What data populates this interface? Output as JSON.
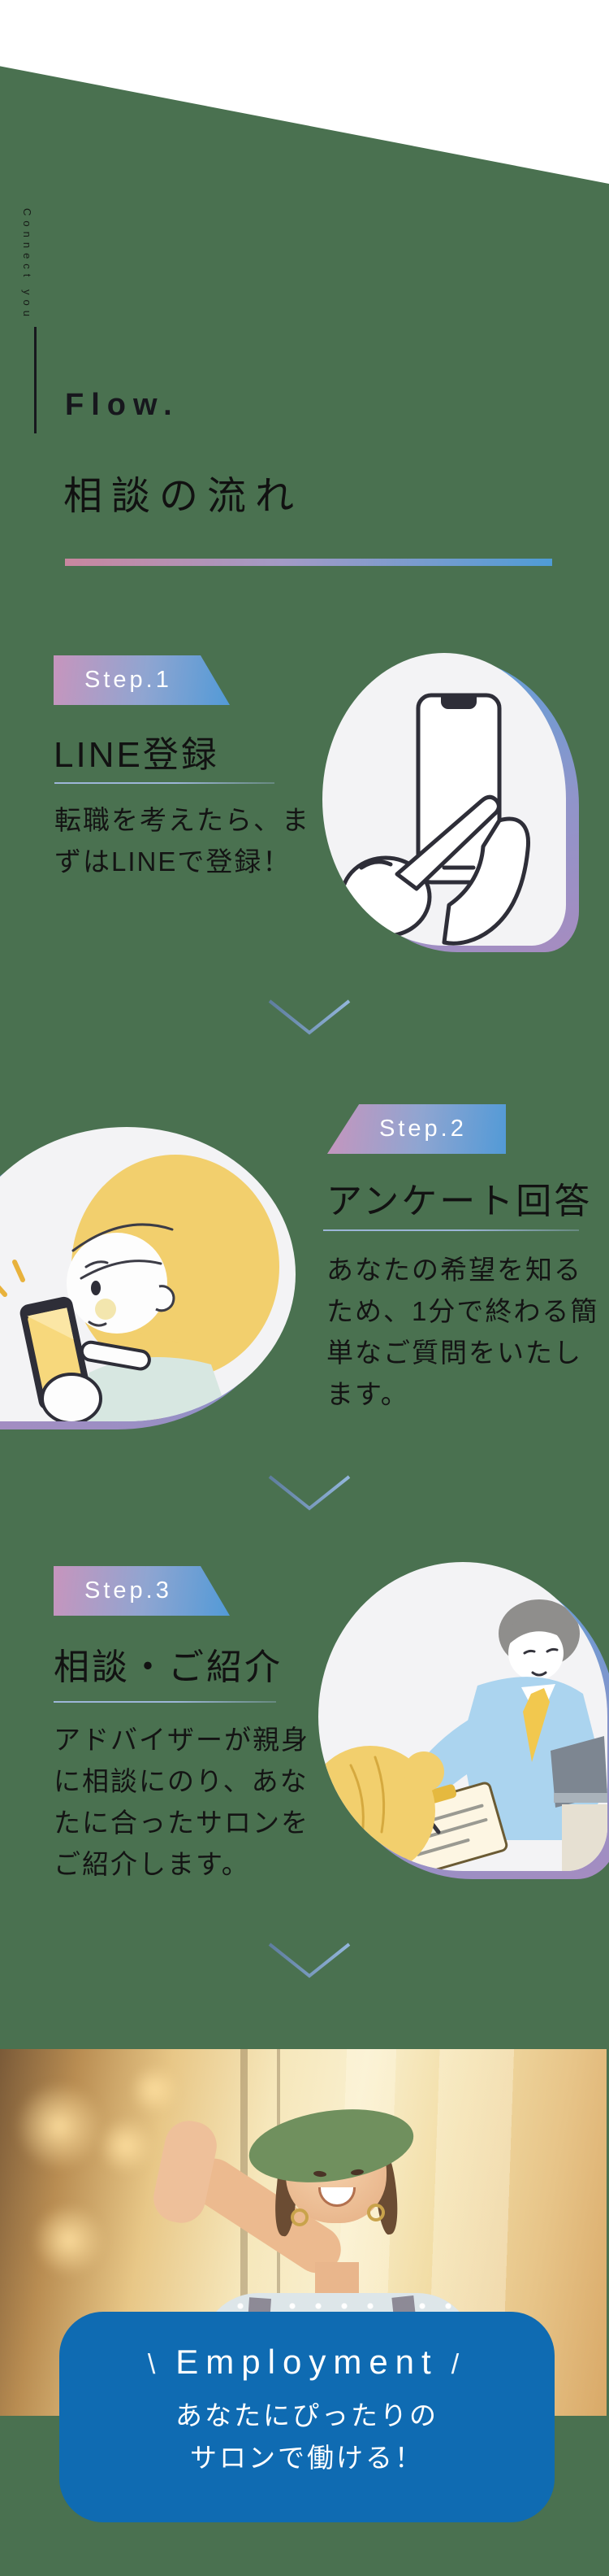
{
  "colors": {
    "background_green": "#4a7150",
    "card_blue": "#0f6bb2",
    "accent_gradient_pink": "#c9879f",
    "accent_gradient_blue": "#4f9cd6",
    "chevron_blue": "#6d8fb5",
    "text_dark": "#151515",
    "white": "#ffffff"
  },
  "hero": {
    "vertical_label": "Connect you"
  },
  "section": {
    "eyebrow": "Flow.",
    "title": "相談の流れ"
  },
  "steps": [
    {
      "badge": "Step.1",
      "title": "LINE登録",
      "body_lines": [
        "転職を考えたら、ま",
        "ずはLINEで登録！"
      ],
      "illustration": "hand-tapping-smartphone-illustration"
    },
    {
      "badge": "Step.2",
      "title": "アンケート回答",
      "body_lines": [
        "あなたの希望を知る",
        "ため、1分で終わる簡",
        "単なご質問をいたし",
        "ます。"
      ],
      "illustration": "woman-checking-phone-illustration"
    },
    {
      "badge": "Step.3",
      "title": "相談・ご紹介",
      "body_lines": [
        "アドバイザーが親身",
        "に相談にのり、あな",
        "たに合ったサロンを",
        "ご紹介します。"
      ],
      "illustration": "advisor-consultation-illustration"
    }
  ],
  "result_card": {
    "decor_left": "\\",
    "label": "Employment",
    "decor_right": "/",
    "body_lines": [
      "あなたにぴったりの",
      "サロンで働ける！"
    ]
  }
}
